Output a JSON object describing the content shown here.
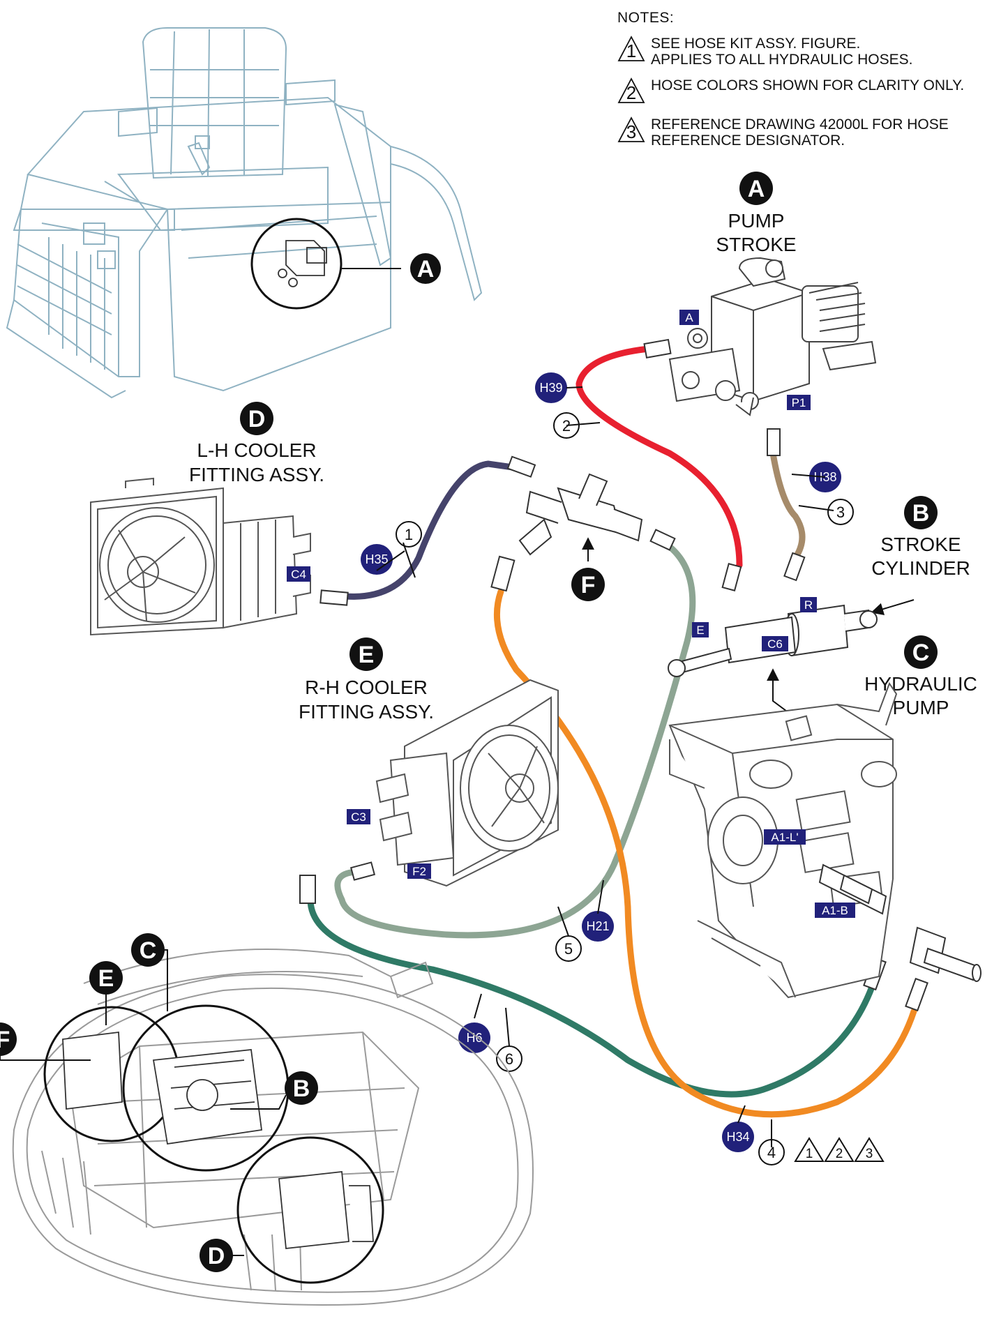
{
  "notes": {
    "header": "NOTES:",
    "items": [
      {
        "num": "1",
        "lines": [
          "SEE HOSE KIT ASSY. FIGURE.",
          "APPLIES TO ALL HYDRAULIC HOSES."
        ]
      },
      {
        "num": "2",
        "lines": [
          "HOSE COLORS SHOWN FOR CLARITY ONLY."
        ]
      },
      {
        "num": "3",
        "lines": [
          "REFERENCE DRAWING 42000L FOR HOSE",
          "REFERENCE DESIGNATOR."
        ]
      }
    ]
  },
  "components": {
    "A": {
      "letter": "A",
      "line1": "PUMP",
      "line2": "STROKE"
    },
    "B": {
      "letter": "B",
      "line1": "STROKE",
      "line2": "CYLINDER"
    },
    "C": {
      "letter": "C",
      "line1": "HYDRAULIC",
      "line2": "PUMP"
    },
    "D": {
      "letter": "D",
      "line1": "L-H COOLER",
      "line2": "FITTING ASSY."
    },
    "E": {
      "letter": "E",
      "line1": "R-H COOLER",
      "line2": "FITTING ASSY."
    },
    "F": {
      "letter": "F"
    }
  },
  "ports": {
    "A": "A",
    "P1": "P1",
    "R": "R",
    "E": "E",
    "C6": "C6",
    "C4": "C4",
    "C3": "C3",
    "F2": "F2",
    "A1L": "A1-L'",
    "A1B": "A1-B"
  },
  "hoses": [
    {
      "ref": "H39",
      "num": "2",
      "color": "#e8202f"
    },
    {
      "ref": "H38",
      "num": "3",
      "color": "#a68b6a"
    },
    {
      "ref": "H35",
      "num": "1",
      "color": "#45436b"
    },
    {
      "ref": "H21",
      "num": "5",
      "color": "#8da593"
    },
    {
      "ref": "H6",
      "num": "6",
      "color": "#2f7a66"
    },
    {
      "ref": "H34",
      "num": "4",
      "color": "#f18a22"
    }
  ],
  "overview_callouts": {
    "top_A": "A",
    "C": "C",
    "E": "E",
    "F": "F",
    "B": "B",
    "D": "D"
  },
  "note_refs": [
    "1",
    "2",
    "3"
  ],
  "colors": {
    "drawing_blue": "#8fb2c2",
    "drawing_gray": "#666666",
    "badge_navy": "#21217a",
    "callout_black": "#111111"
  }
}
